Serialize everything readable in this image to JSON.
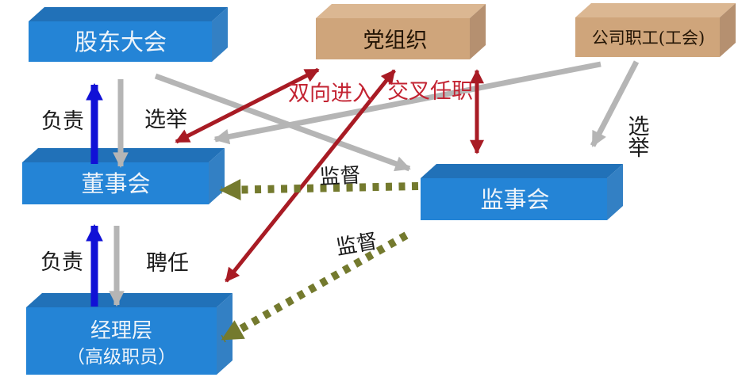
{
  "diagram": {
    "background": "#ffffff",
    "nodes": [
      {
        "id": "shareholders-meeting",
        "label": "股东大会",
        "style": "blue"
      },
      {
        "id": "party-organization",
        "label": "党组织",
        "style": "tan"
      },
      {
        "id": "company-employees-union",
        "label": "公司职工(工会)",
        "style": "tan"
      },
      {
        "id": "board-of-directors",
        "label": "董事会",
        "style": "blue"
      },
      {
        "id": "supervisory-board",
        "label": "监事会",
        "style": "blue"
      },
      {
        "id": "management-level",
        "label": "经理层",
        "label2": "（高级职员）",
        "style": "blue"
      }
    ],
    "edges": [
      {
        "from": "board-of-directors",
        "to": "shareholders-meeting",
        "label": "负责",
        "type": "blue-solid"
      },
      {
        "from": "shareholders-meeting",
        "to": "board-of-directors",
        "label": "选举",
        "type": "gray-solid"
      },
      {
        "from": "shareholders-meeting",
        "to": "supervisory-board",
        "label": "",
        "type": "gray-solid"
      },
      {
        "from": "company-employees-union",
        "to": "supervisory-board",
        "label": "选举",
        "type": "gray-solid"
      },
      {
        "from": "company-employees-union",
        "to": "board-of-directors",
        "label": "",
        "type": "gray-solid"
      },
      {
        "from": "party-organization",
        "to": "board-of-directors",
        "label": "双向进入",
        "type": "red-double"
      },
      {
        "from": "party-organization",
        "to": "management-level",
        "label": "交叉任职",
        "type": "red-double"
      },
      {
        "from": "party-organization",
        "to": "supervisory-board",
        "label": "",
        "type": "red-double"
      },
      {
        "from": "supervisory-board",
        "to": "board-of-directors",
        "label": "监督",
        "type": "olive-dashed"
      },
      {
        "from": "supervisory-board",
        "to": "management-level",
        "label": "监督",
        "type": "olive-dashed"
      },
      {
        "from": "board-of-directors",
        "to": "management-level",
        "label": "聘任",
        "type": "gray-solid"
      },
      {
        "from": "management-level",
        "to": "board-of-directors",
        "label": "负责",
        "type": "blue-solid"
      }
    ],
    "colors": {
      "blue_box_front": "#2484d6",
      "blue_box_top": "#2171b8",
      "blue_box_side": "#3380c4",
      "tan_box_front": "#cfa57b",
      "tan_box_top": "#dbb792",
      "tan_box_side": "#b59070",
      "blue_arrow": "#1111d6",
      "gray_arrow": "#b5b5b5",
      "red_arrow": "#a81b24",
      "olive_dashed_arrow": "#747a2e",
      "red_label_text": "#c32332",
      "black_label_text": "#1a1a1a",
      "box_text_light": "#eef4fa",
      "box_text_dark": "#241505"
    }
  }
}
